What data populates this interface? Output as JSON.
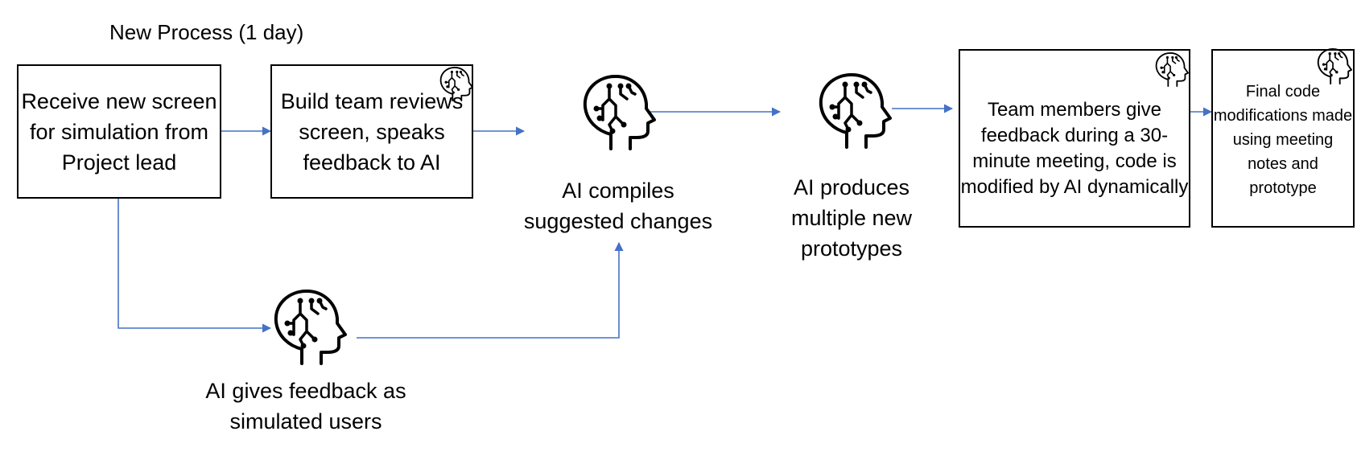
{
  "title": "New Process (1 day)",
  "colors": {
    "arrow": "#4472C4",
    "stroke": "#000000",
    "background": "#FFFFFF"
  },
  "icon_name": "ai-head-icon",
  "steps": {
    "receive": {
      "label": "Receive new screen for simulation from Project lead"
    },
    "build": {
      "label": "Build team reviews screen, speaks feedback to AI",
      "icon": "ai-head-icon"
    },
    "compiles": {
      "label": "AI compiles\nsuggested changes",
      "icon": "ai-head-icon"
    },
    "produces": {
      "label": "AI produces\nmultiple new\nprototypes",
      "icon": "ai-head-icon"
    },
    "team": {
      "label": "Team members give feedback during a 30-minute meeting, code is modified by AI dynamically",
      "icon": "ai-head-icon"
    },
    "final": {
      "label": "Final code modifications made using meeting notes and prototype",
      "icon": "ai-head-icon"
    },
    "gives": {
      "label": "AI gives feedback as\nsimulated users",
      "icon": "ai-head-icon"
    }
  },
  "connections": [
    {
      "from": "receive",
      "to": "build"
    },
    {
      "from": "build",
      "to": "compiles"
    },
    {
      "from": "receive",
      "to": "gives"
    },
    {
      "from": "gives",
      "to": "compiles"
    },
    {
      "from": "compiles",
      "to": "produces"
    },
    {
      "from": "produces",
      "to": "team"
    },
    {
      "from": "team",
      "to": "final"
    }
  ]
}
